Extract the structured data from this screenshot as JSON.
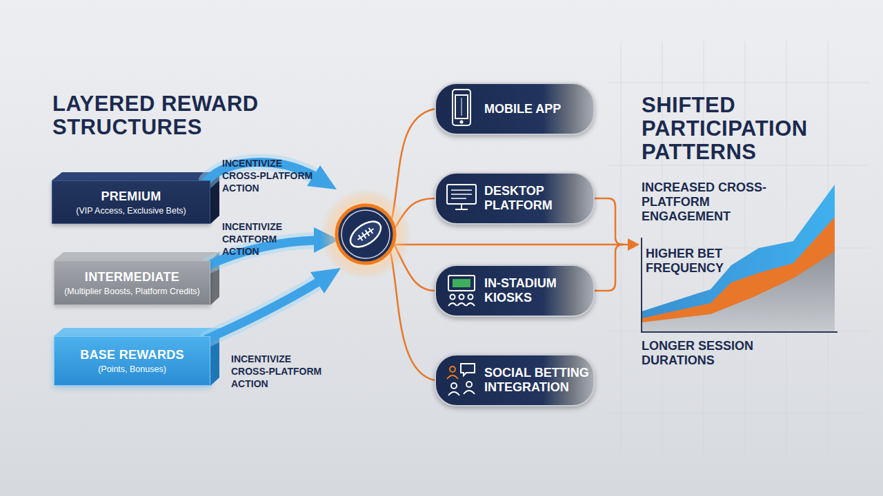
{
  "diagram": {
    "nodes": [
      {
        "text": [
          "PREMIUM",
          "(VIP Access, Exclusive Bets)"
        ]
      },
      {
        "text": [
          "INTERMEDIATE",
          "(Multiplier Boosts, Platform Credits)"
        ]
      },
      {
        "text": [
          "BASE REWARDS",
          "(Points, Bonuses)"
        ]
      },
      {
        "text": [
          "MOBILE APP"
        ]
      },
      {
        "text": [
          "DESKTOP PLATFORM"
        ]
      },
      {
        "text": [
          "IN-STADIUM KIOSKS"
        ]
      },
      {
        "text": [
          "SOCIAL BETTING INTEGRATION"
        ]
      }
    ],
    "labels": [
      "LAYERED REWARD STRUCTURES",
      "INCENTIVIZE CROSS-PLATFORM ACTION",
      "INCENTIVIZE CRATFORM ACTION",
      "INCENTIVIZE CROSS-PLATFORM ACTION",
      "SHIFTED PARTICIPATION PATTERNS",
      "INCREASED CROSS-PLATFORM ENGAGEMENT",
      "HIGHER BET FREQUENCY",
      "LONGER SESSION DURATIONS"
    ]
  }
}
